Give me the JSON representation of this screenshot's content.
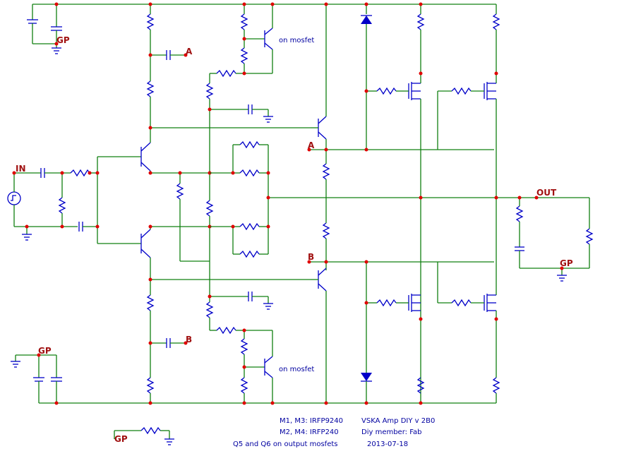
{
  "labels": {
    "in": "IN",
    "out": "OUT",
    "gp_top": "GP",
    "gp_left_bottom": "GP",
    "gp_bottom": "GP",
    "gp_out": "GP",
    "a_top": "A",
    "a_mid": "A",
    "b_mid": "B",
    "b_bottom": "B",
    "on_mosfet_top": "on mosfet",
    "on_mosfet_bottom": "on mosfet"
  },
  "notes": {
    "line1": "M1, M3: IRFP9240",
    "line2": "M2, M4: IRFP240",
    "line3": "Q5 and Q6 on output mosfets",
    "title": "VSKA Amp DIY v 2B0",
    "member": "Diy member: Fab",
    "date": "2013-07-18"
  },
  "colors": {
    "wire": "#108010",
    "component": "#0000c8",
    "node": "#e00000",
    "label": "#a01010"
  }
}
